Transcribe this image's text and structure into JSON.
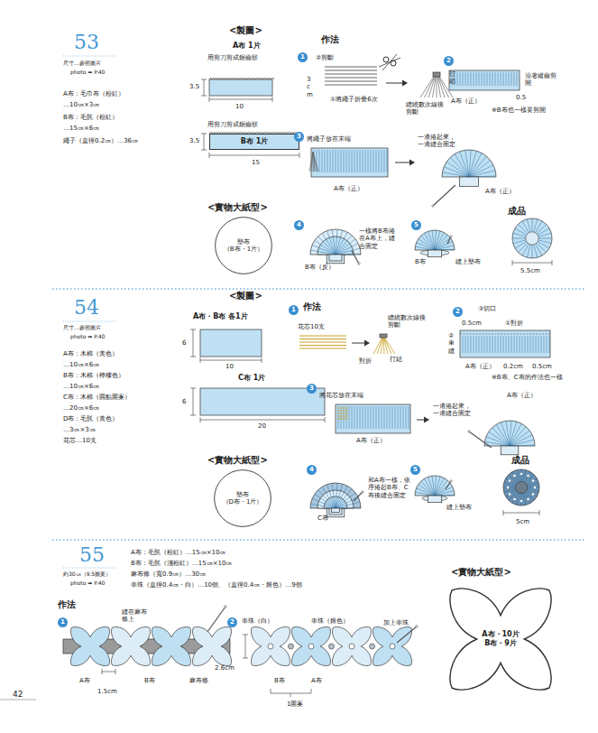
{
  "diagram": {
    "nodes": [
      {
        "text": [
          "B布 1片"
        ]
      },
      {
        "text": [
          "墊布",
          "（B布・1片）"
        ]
      },
      {
        "text": [
          "1"
        ]
      },
      {
        "text": [
          "2"
        ]
      },
      {
        "text": [
          "3"
        ]
      },
      {
        "text": [
          "4"
        ]
      },
      {
        "text": [
          "5"
        ]
      },
      {
        "text": [
          "墊布",
          "（D布・1片）"
        ]
      },
      {
        "text": [
          "1"
        ]
      },
      {
        "text": [
          "2"
        ]
      },
      {
        "text": [
          "3"
        ]
      },
      {
        "text": [
          "4"
        ]
      },
      {
        "text": [
          "5"
        ]
      },
      {
        "text": [
          "1"
        ]
      },
      {
        "text": [
          "2"
        ]
      },
      {
        "text": [
          "A布・10片",
          "B布・9片"
        ]
      }
    ],
    "labels": [
      "53",
      "尺寸…參照圖片",
      "photo ➡ P.40",
      "A布：毛巾布（粉紅）",
      "…10㎝×3㎝",
      "B布：毛氈（粉紅）",
      "…15㎝×6㎝",
      "繩子（直徑0.2㎝）…36㎝",
      "<製圖>",
      "A布 1片",
      "用剪刀剪成鋸齒狀",
      "3.5",
      "10",
      "用剪刀剪成鋸齒狀",
      "3.5",
      "15",
      "<實物大紙型>",
      "作法",
      "②剪斷",
      "3 cm",
      "①將繩子折疊6次",
      "打結",
      "纏繞數次線後剪斷",
      "沿著縱齒剪開",
      "A布（正）",
      "0.5",
      "※B布也一樣要剪開",
      "將繩子放在末端",
      "A布（正）",
      "一邊捲起來，一邊縫合固定",
      "A布（正）",
      "一樣將B布捲在A布上，縫合固定",
      "B布（反）",
      "B布",
      "縫上墊布",
      "成品",
      "5.5cm",
      "54",
      "尺寸…參照圖片",
      "photo ➡ P.40",
      "A布：木棉（黃色）",
      "…10㎝×6㎝",
      "B布：木棉（檸檬色）",
      "…10㎝×6㎝",
      "C布：木棉（圓點圖案）",
      "…20㎝×6㎝",
      "D布：毛氈（黃色）",
      "…3㎝×3㎝",
      "花芯…10支",
      "<製圖>",
      "A布・B布 各1片",
      "6",
      "10",
      "C布 1片",
      "6",
      "20",
      "<實物大紙型>",
      "作法",
      "花芯10支",
      "纏繞數次線後剪斷",
      "打結",
      "對折",
      "③切口",
      "0.5cm",
      "①對折",
      "②車縫",
      "A布（正）",
      "0.2cm",
      "0.5cm",
      "※B布、C布的作法也一樣",
      "將花芯放在末端",
      "A布（正）",
      "一邊捲起來，一邊縫合固定",
      "A布（正）",
      "和A布一樣，依序捲起B布、C布後縫合固定",
      "C布",
      "縫上墊布",
      "成品",
      "5cm",
      "55",
      "約30㎝（9.5圖案）",
      "photo ➡ P.40",
      "A布：毛氈（粉紅）…15㎝×10㎝",
      "B布：毛氈（淺粉紅）…15㎝×10㎝",
      "麻布條（寬0.9㎝）…30㎝",
      "串珠（直徑0.4㎝・白）…10個、（直徑0.4㎝・銀色）…9個",
      "<實物大紙型>",
      "作法",
      "縫在麻布條上",
      "A布",
      "1.5cm",
      "B布",
      "麻布條",
      "串珠（白）",
      "串珠（銀色）",
      "加上串珠",
      "2.6cm",
      "B布",
      "A布",
      "1圖案",
      "42"
    ]
  }
}
